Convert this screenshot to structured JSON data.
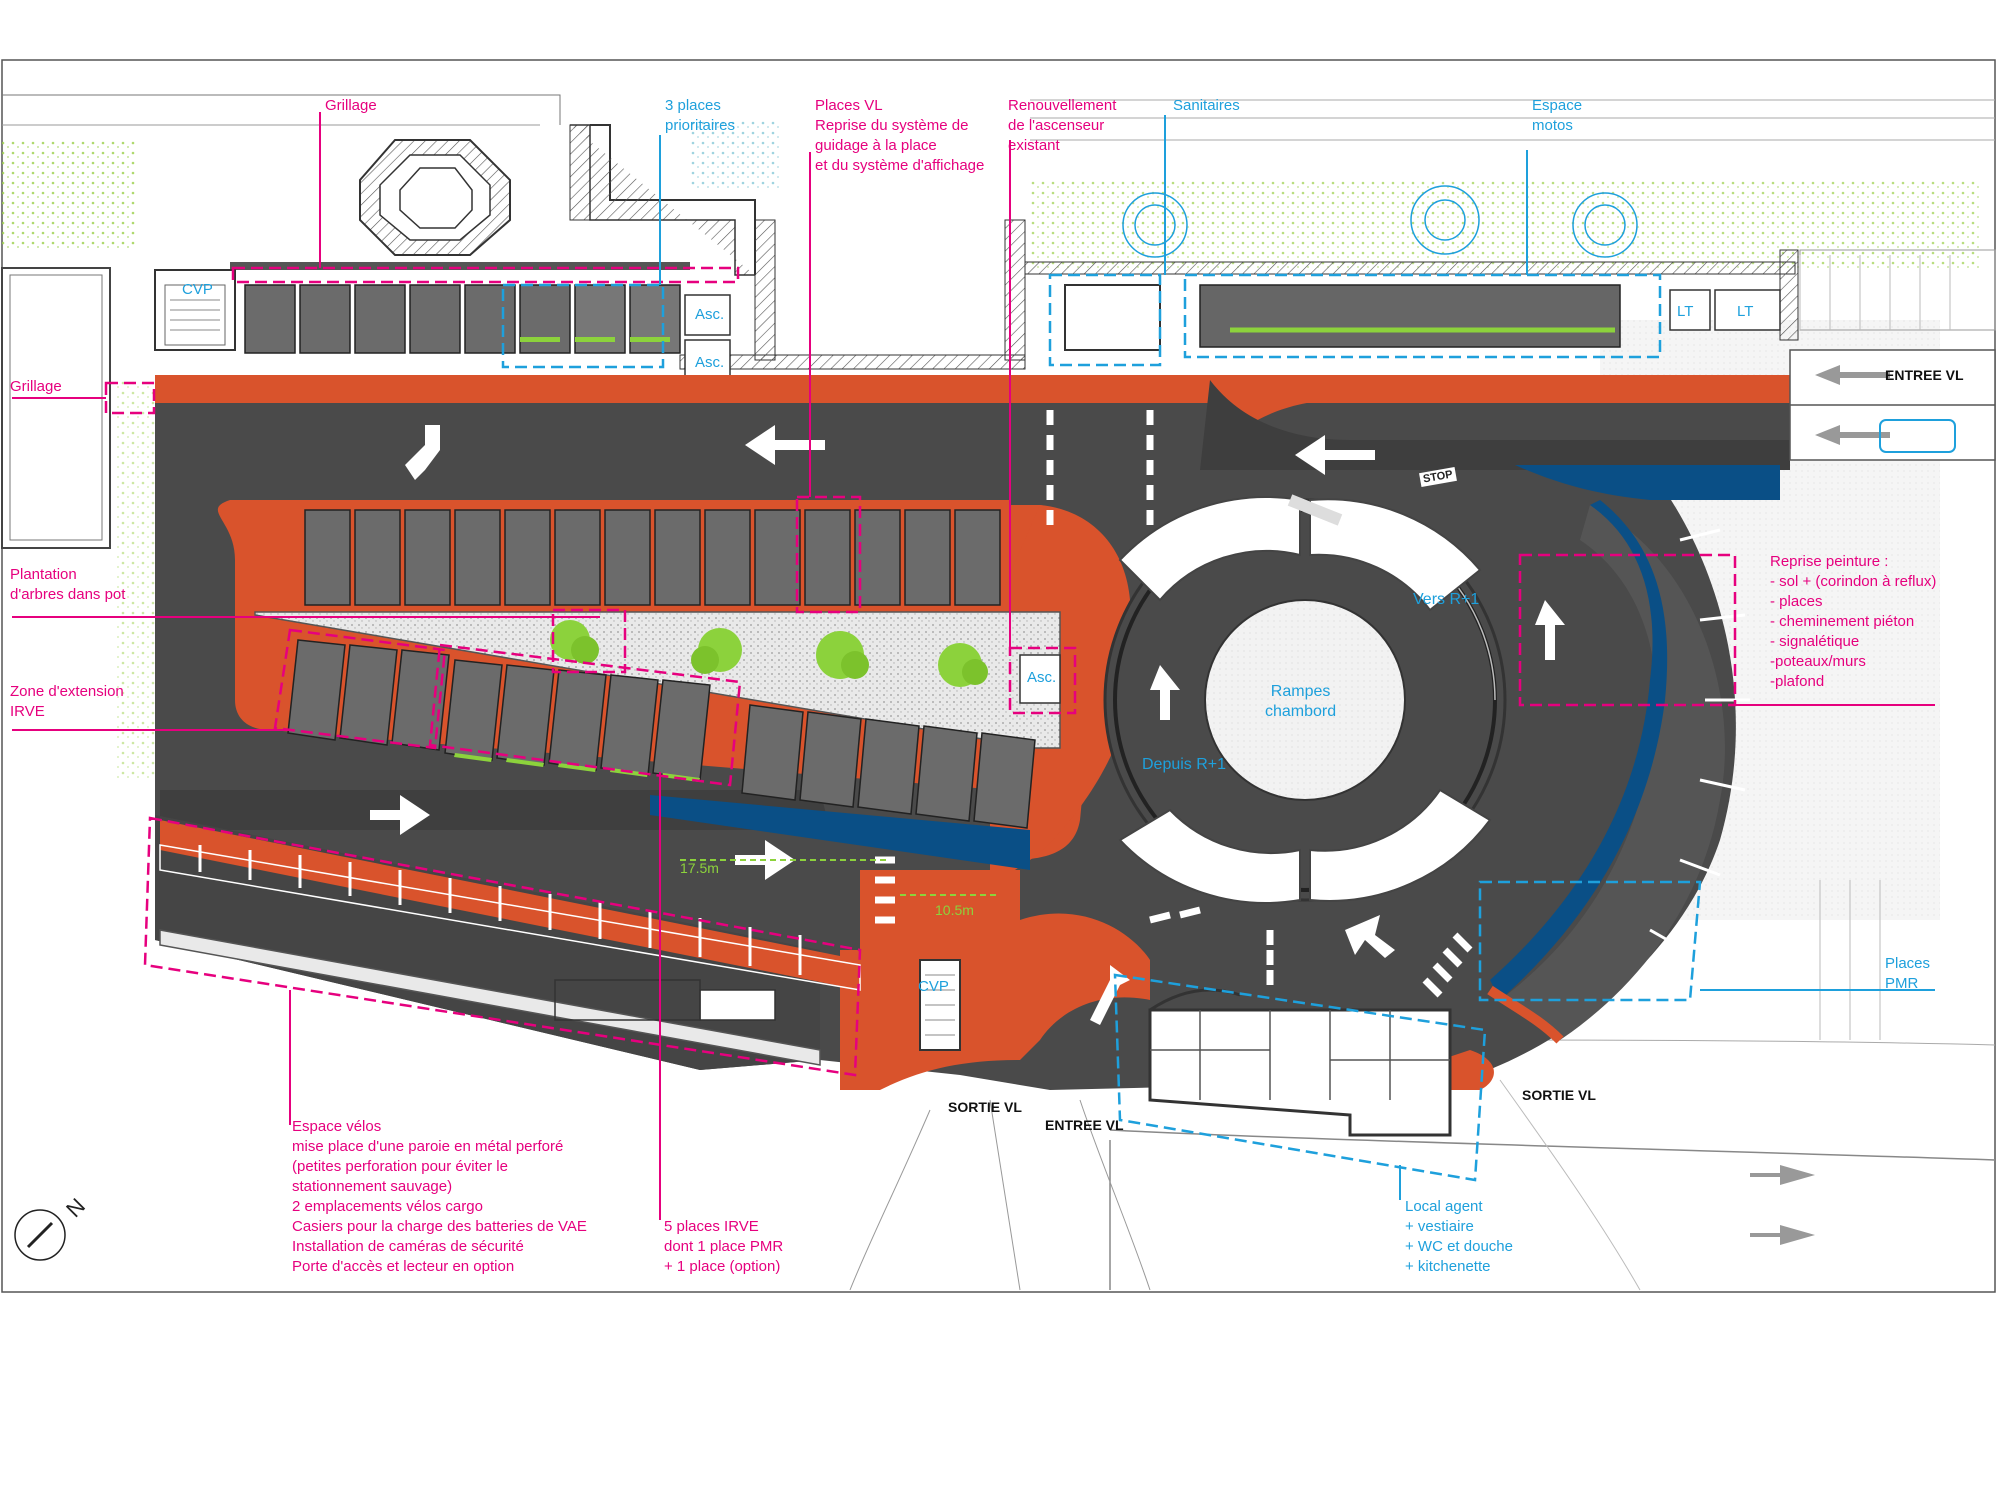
{
  "colors": {
    "magenta": "#e6007e",
    "cyan": "#1ea0dc",
    "asphalt": "#4a4a4a",
    "pedestrian": "#d9532c",
    "pmr_blue": "#0a4f86",
    "parking": "#6b6b6b",
    "vegetation": "#8cd23c"
  },
  "annotations": {
    "grillage_top": "Grillage",
    "grillage_left": "Grillage",
    "places_prioritaires": [
      "3 places",
      "prioritaires"
    ],
    "places_vl": [
      "Places VL",
      "Reprise du système de",
      "guidage à la place",
      "et du système d'affichage"
    ],
    "ascenseur": [
      "Renouvellement",
      "de l'ascenseur",
      "existant"
    ],
    "sanitaires": "Sanitaires",
    "espace_motos": [
      "Espace",
      "motos"
    ],
    "plantation": [
      "Plantation",
      "d'arbres dans pot"
    ],
    "zone_irve": [
      "Zone d'extension",
      "IRVE"
    ],
    "reprise_peinture": [
      "Reprise peinture :",
      "- sol + (corindon à reflux)",
      "- places",
      "- cheminement piéton",
      "- signalétique",
      "-poteaux/murs",
      "-plafond"
    ],
    "places_pmr": [
      "Places",
      "PMR"
    ],
    "espace_velos": [
      "Espace vélos",
      "mise place d'une paroie en métal perforé",
      "(petites perforation pour éviter le",
      "stationnement sauvage)",
      "2 emplacements vélos cargo",
      "Casiers pour la charge des batteries de VAE",
      "Installation de caméras de sécurité",
      "Porte d'accès et lecteur en option"
    ],
    "places_irve": [
      "5 places IRVE",
      "dont 1 place PMR",
      "+ 1 place (option)"
    ],
    "local_agent": [
      "Local agent",
      "+ vestiaire",
      "+ WC et douche",
      "+ kitchenette"
    ]
  },
  "plan_labels": {
    "cvp_top": "CVP",
    "cvp_bottom": "CVP",
    "asc_1": "Asc.",
    "asc_2": "Asc.",
    "asc_3": "Asc.",
    "lt_1": "LT",
    "lt_2": "LT",
    "entree_vl_right": "ENTREE VL",
    "sortie_vl_left": "SORTIE VL",
    "entree_vl_bottom": "ENTREE VL",
    "sortie_vl_right": "SORTIE VL",
    "stop": "STOP",
    "vers_r1": "Vers R+1",
    "depuis_r1": "Depuis R+1",
    "rampes": [
      "Rampes",
      "chambord"
    ],
    "dim_175": "17.5m",
    "dim_105": "10.5m",
    "north": "N"
  }
}
